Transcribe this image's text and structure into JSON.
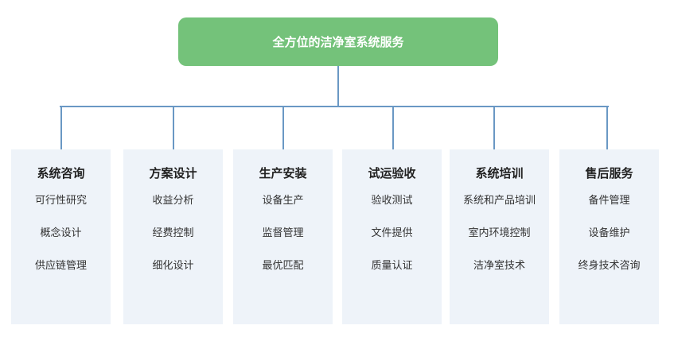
{
  "root": {
    "label": "全方位的洁净室系统服务"
  },
  "colors": {
    "root_bg": "#74c27a",
    "connector": "#6a98c4",
    "column_bg": "#eef3f9"
  },
  "columns": [
    {
      "title": "系统咨询",
      "items": [
        "可行性研究",
        "概念设计",
        "供应链管理"
      ]
    },
    {
      "title": "方案设计",
      "items": [
        "收益分析",
        "经费控制",
        "细化设计"
      ]
    },
    {
      "title": "生产安装",
      "items": [
        "设备生产",
        "监督管理",
        "最优匹配"
      ]
    },
    {
      "title": "试运验收",
      "items": [
        "验收测试",
        "文件提供",
        "质量认证"
      ]
    },
    {
      "title": "系统培训",
      "items": [
        "系统和产品培训",
        "室内环境控制",
        "洁净室技术"
      ]
    },
    {
      "title": "售后服务",
      "items": [
        "备件管理",
        "设备维护",
        "终身技术咨询"
      ]
    }
  ]
}
